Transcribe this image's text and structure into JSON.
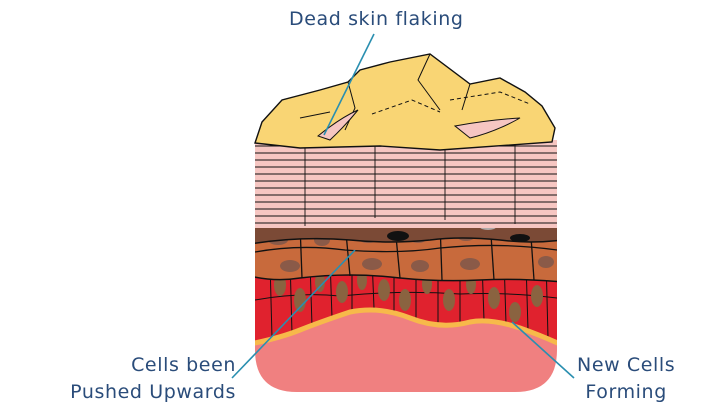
{
  "labels": {
    "top": "Dead skin flaking",
    "left_line1": "Cells been",
    "left_line2": "Pushed Upwards",
    "right_line1": "New Cells",
    "right_line2": "Forming"
  },
  "colors": {
    "label_text": "#2a4c7a",
    "leader_line": "#2a8fb0",
    "dead_skin": "#f9d574",
    "stratum_corneum": "#f6c6c2",
    "granular_dark": "#7b4a36",
    "spinous": "#c86a3c",
    "basal_red": "#e0222e",
    "membrane": "#f7b94a",
    "dermis": "#f08080"
  }
}
